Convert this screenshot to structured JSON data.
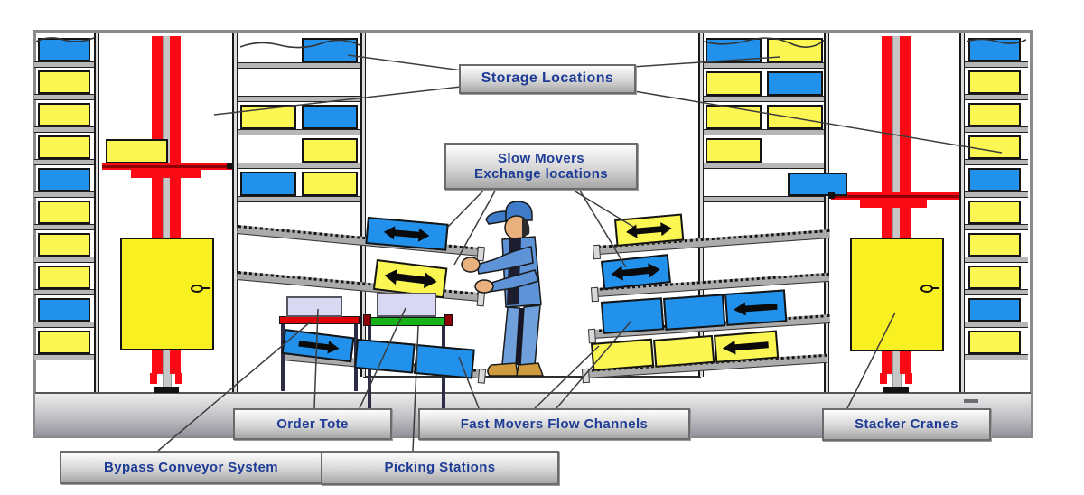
{
  "diagram_labels": {
    "storage_locations": "Storage Locations",
    "slow_movers_line1": "Slow Movers",
    "slow_movers_line2": "Exchange locations",
    "order_tote": "Order Tote",
    "fast_movers_flow_channels": "Fast Movers Flow Channels",
    "stacker_cranes": "Stacker Cranes",
    "bypass_conveyor_system": "Bypass Conveyor System",
    "picking_stations": "Picking Stations"
  },
  "colors": {
    "box_yellow": "#FBF651",
    "box_blue": "#2191EC",
    "crane_red": "#FA0A14",
    "crane_beam_dark_red": "#8F0005",
    "mast_gray": "#C6C6C6",
    "cabinet_yellow": "#F8F021",
    "tote_lavender": "#D8D8F2",
    "station_green": "#17B217",
    "station_red": "#E00008",
    "label_text_navy": "#1E3C96",
    "arrow_black": "#0A0A0A",
    "floor_gray_top": "#E9E9E9",
    "floor_gray_bottom": "#93939B",
    "frame_gray": "#8A8A8A"
  },
  "icons": {
    "double_arrow": "⬌",
    "left_arrow": "⬅",
    "right_arrow": "➡"
  },
  "racks": {
    "far_left_slots": [
      "blue",
      "yellow",
      "yellow",
      "yellow",
      "blue",
      "yellow",
      "yellow",
      "yellow",
      "blue",
      "yellow",
      null
    ],
    "far_right_slots": [
      "blue",
      "yellow",
      "yellow",
      "yellow",
      "blue",
      "yellow",
      "yellow",
      "yellow",
      "blue",
      "yellow",
      null
    ],
    "mid_left_shelves": [
      [
        null,
        "blue"
      ],
      [
        null,
        null
      ],
      [
        "yellow",
        "blue"
      ],
      [
        null,
        "yellow"
      ],
      [
        "blue",
        "yellow"
      ]
    ],
    "mid_right_shelves": [
      [
        "blue",
        "yellow"
      ],
      [
        "yellow",
        "blue"
      ],
      [
        "yellow",
        "yellow"
      ],
      [
        "yellow",
        null
      ],
      [
        null,
        null
      ]
    ]
  },
  "cranes": {
    "left_load_color": "yellow",
    "right_load_color": "blue"
  },
  "flow_boxes": {
    "left_lane1": {
      "color": "blue",
      "arrow": "double"
    },
    "left_lane2": {
      "color": "yellow",
      "arrow": "double"
    },
    "left_lane3": {
      "colors": [
        "blue",
        "blue",
        "blue"
      ],
      "arrow": "right"
    },
    "right_lane1": {
      "color": "yellow",
      "arrow": "double"
    },
    "right_lane2": {
      "color": "blue",
      "arrow": "double"
    },
    "right_lane3": {
      "colors": [
        "blue",
        "blue",
        "blue"
      ],
      "arrow": "left"
    },
    "right_lane4": {
      "colors": [
        "yellow",
        "yellow",
        "yellow"
      ],
      "arrow": "left"
    }
  },
  "picking_area": {
    "order_totes": 2,
    "station_bar_colors": [
      "red",
      "green"
    ]
  }
}
